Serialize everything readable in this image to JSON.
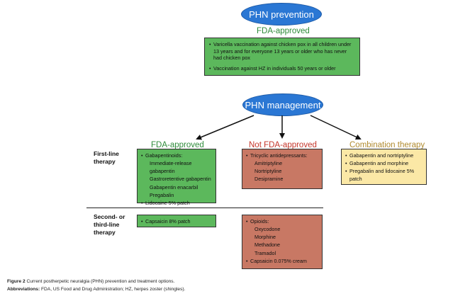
{
  "prevention": {
    "title": "PHN prevention",
    "fda_heading": "FDA-approved",
    "items": [
      "Varicella vaccination against chicken pox in all children under 13 years and for everyone 13 years or older who has never had chicken pox",
      "Vaccination against HZ in individuals 50 years or older"
    ]
  },
  "management": {
    "title": "PHN management",
    "headings": {
      "fda": "FDA-approved",
      "not_fda": "Not FDA-approved",
      "combo": "Combination therapy"
    },
    "row_labels": {
      "first": "First-line therapy",
      "second": "Second- or third-line therapy"
    },
    "first_line": {
      "fda": {
        "item1": "Gabapentinoids:",
        "sub": [
          "Immediate-release gabapentin",
          "Gastroretentive gabapentin",
          "Gabapentin enacarbil",
          "Pregabalin"
        ],
        "item2": "Lidocaine 5% patch"
      },
      "not_fda": {
        "item1": "Tricyclic antidepressants:",
        "sub": [
          "Amitriptyline",
          "Nortriptyline",
          "Desipramine"
        ]
      },
      "combo": [
        "Gabapentin and nortriptyline",
        "Gabapentin and morphine",
        "Pregabalin and lidocaine 5% patch"
      ]
    },
    "second_line": {
      "fda": [
        "Capsaicin 8% patch"
      ],
      "not_fda": {
        "item1": "Opioids:",
        "sub": [
          "Oxycodone",
          "Morphine",
          "Methadone",
          "Tramadol"
        ],
        "item2": "Capsaicin 0.075% cream"
      }
    }
  },
  "caption": {
    "figure_label": "Figure 2",
    "figure_text": "Current postherpetic neuralgia (PHN) prevention and treatment options.",
    "abbr_label": "Abbreviations:",
    "abbr_text": "FDA, US Food and Drug Administration; HZ, herpes zoster (shingles)."
  },
  "colors": {
    "ellipse_blue": "#2a77d4",
    "box_green": "#5cb85c",
    "box_red": "#c87864",
    "box_yellow": "#fbe8a6",
    "heading_green": "#2e8b3a",
    "heading_red": "#c4352a",
    "heading_tan": "#b08a2e"
  }
}
